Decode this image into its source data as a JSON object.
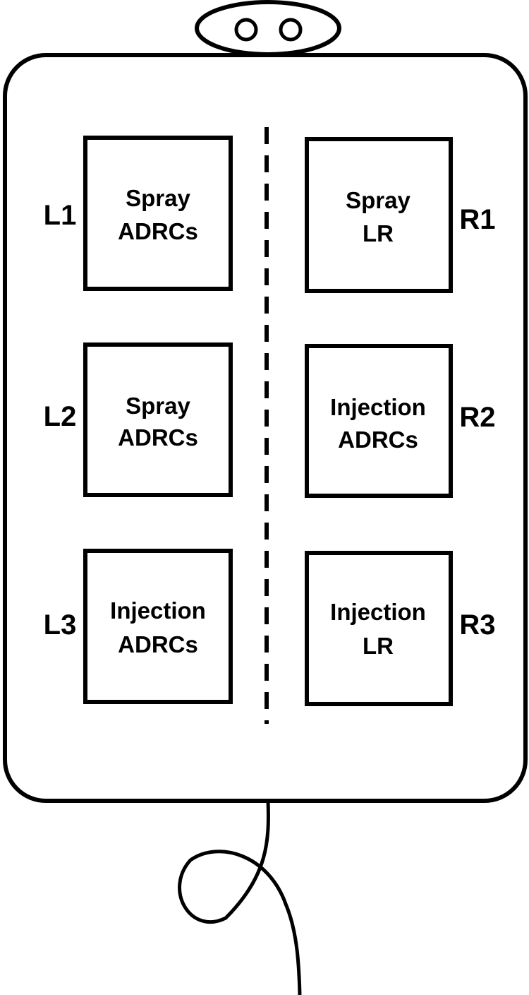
{
  "colors": {
    "stroke": "#000000",
    "background": "#ffffff"
  },
  "sites": [
    {
      "id": "L1",
      "line1": "Spray",
      "line2": "ADRCs"
    },
    {
      "id": "L2",
      "line1": "Spray",
      "line2": "ADRCs"
    },
    {
      "id": "L3",
      "line1": "Injection",
      "line2": "ADRCs"
    },
    {
      "id": "R1",
      "line1": "Spray",
      "line2": "LR"
    },
    {
      "id": "R2",
      "line1": "Injection",
      "line2": "ADRCs"
    },
    {
      "id": "R3",
      "line1": "Injection",
      "line2": "LR"
    }
  ]
}
